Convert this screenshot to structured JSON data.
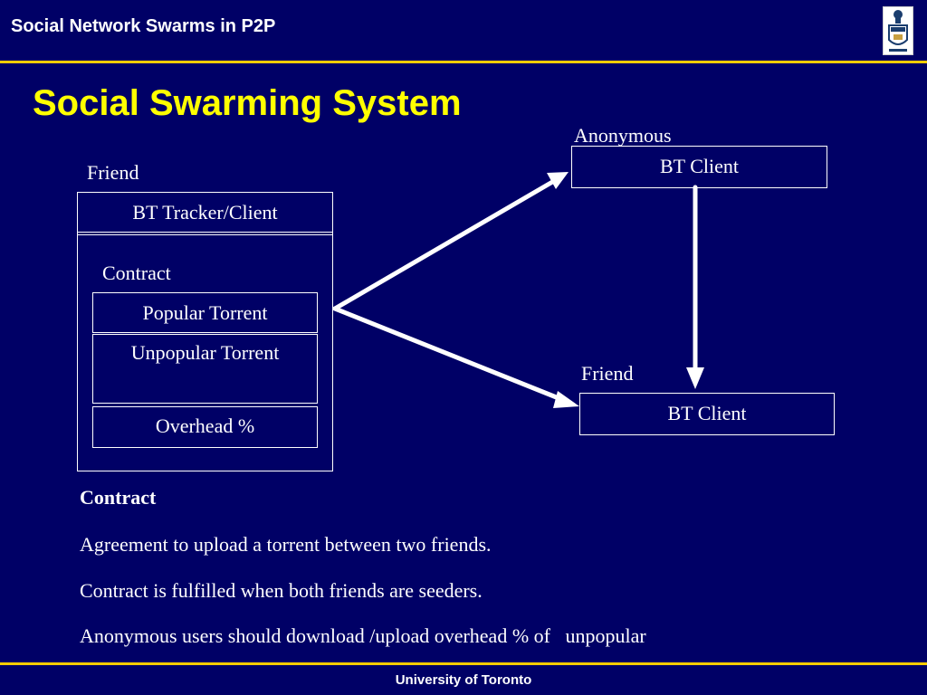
{
  "header": {
    "title": "Social Network Swarms in P2P"
  },
  "slide": {
    "title": "Social Swarming System"
  },
  "left_node": {
    "role_label": "Friend",
    "title": "BT Tracker/Client",
    "contract_label": "Contract",
    "items": [
      "Popular Torrent",
      "Unpopular Torrent",
      "Overhead %"
    ]
  },
  "top_right_node": {
    "role_label": "Anonymous",
    "title": "BT Client"
  },
  "bottom_right_node": {
    "role_label": "Friend",
    "title": "BT Client"
  },
  "body": {
    "heading": "Contract",
    "lines": [
      "Agreement to upload a torrent between two friends.",
      "Contract is fulfilled when both friends are seeders.",
      "Anonymous users should download /upload overhead % of   unpopular"
    ]
  },
  "footer": {
    "text": "University of Toronto"
  },
  "colors": {
    "background": "#000066",
    "accent_rule": "#ffcc00",
    "title": "#ffff00",
    "text": "#ffffff"
  }
}
